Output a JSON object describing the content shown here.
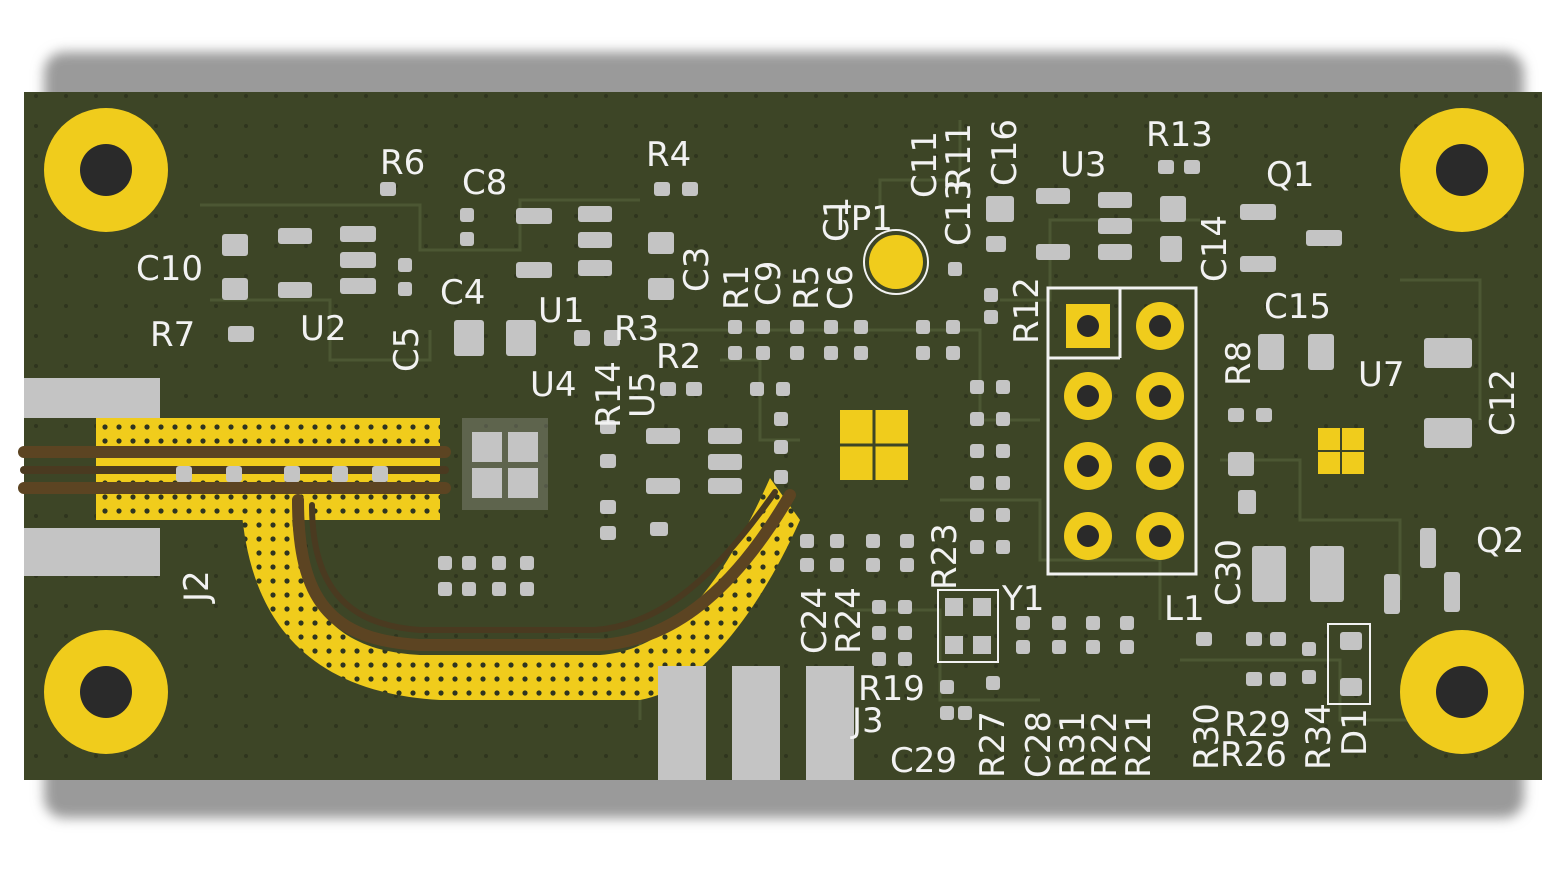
{
  "board": {
    "colors": {
      "background": "#ffffff",
      "soldermask": "#3d4526",
      "copper_trace": "#465230",
      "silkscreen": "#f2f2f2",
      "pad_gold": "#f0cc1c",
      "pad_gray": "#c4c4c4",
      "drill": "#2a2a2a",
      "rf_trace": "#5c4422"
    },
    "labels": {
      "r6": "R6",
      "c8": "C8",
      "r4": "R4",
      "c11": "C11",
      "r11": "R11",
      "c13": "C13",
      "c16": "C16",
      "u3": "U3",
      "r13": "R13",
      "q1": "Q1",
      "c10": "C10",
      "c1": "C1",
      "tp1": "TP1",
      "c3": "C3",
      "r1": "R1",
      "c9": "C9",
      "r5": "R5",
      "c6": "C6",
      "r12": "R12",
      "c14": "C14",
      "c4": "C4",
      "u1": "U1",
      "u2": "U2",
      "r7": "R7",
      "c5": "C5",
      "r3": "R3",
      "c15": "C15",
      "r2": "R2",
      "u4": "U4",
      "r14": "R14",
      "u5": "U5",
      "r8": "R8",
      "u7": "U7",
      "c12": "C12",
      "j2": "J2",
      "r23": "R23",
      "c24": "C24",
      "r24": "R24",
      "y1": "Y1",
      "c30": "C30",
      "l1": "L1",
      "q2": "Q2",
      "r19": "R19",
      "j3": "J3",
      "c29": "C29",
      "r27": "R27",
      "c28": "C28",
      "r31": "R31",
      "r22": "R22",
      "r21": "R21",
      "r30": "R30",
      "r29": "R29",
      "r26": "R26",
      "r34": "R34",
      "d1": "D1"
    }
  }
}
